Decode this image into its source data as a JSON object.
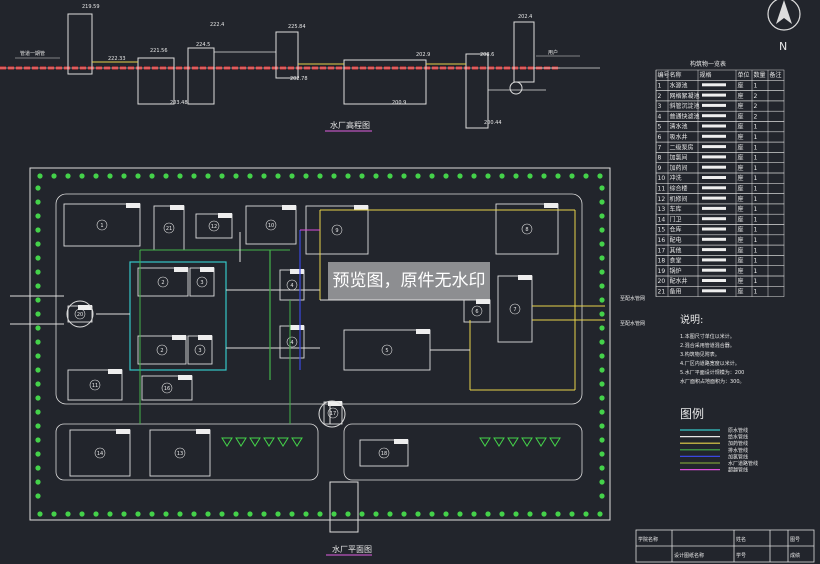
{
  "elevation": {
    "title": "水厂高程图",
    "inflow_label": "管道一期管",
    "outflow_label": "用户",
    "levels": [
      "219.59",
      "221.56",
      "203.48",
      "224.5",
      "225.84",
      "202.78",
      "222.4",
      "202.9",
      "208.6",
      "200.44",
      "200.9",
      "202.4",
      "222.33"
    ]
  },
  "plan": {
    "title": "水厂平面图",
    "units": [
      "1",
      "21",
      "12",
      "10",
      "9",
      "8",
      "2",
      "3",
      "2",
      "3",
      "4",
      "4",
      "5",
      "6",
      "7",
      "20",
      "11",
      "16",
      "17",
      "14",
      "13",
      "18"
    ],
    "right_labels": [
      "至配水管网",
      "至配水管网"
    ]
  },
  "north": {
    "label": "N"
  },
  "table": {
    "title": "构筑物一览表",
    "headers": [
      "编号",
      "名称",
      "规格",
      "单位",
      "数量",
      "备注"
    ],
    "rows": [
      [
        "1",
        "水源池",
        "",
        "座",
        "1"
      ],
      [
        "2",
        "网格絮凝池",
        "",
        "座",
        "2"
      ],
      [
        "3",
        "斜管沉淀池",
        "",
        "座",
        "2"
      ],
      [
        "4",
        "普通快滤池",
        "",
        "座",
        "2"
      ],
      [
        "5",
        "清水池",
        "",
        "座",
        "1"
      ],
      [
        "6",
        "吸水井",
        "",
        "座",
        "1"
      ],
      [
        "7",
        "二级泵房",
        "",
        "座",
        "1"
      ],
      [
        "8",
        "加氯间",
        "",
        "座",
        "1"
      ],
      [
        "9",
        "加药间",
        "",
        "座",
        "1"
      ],
      [
        "10",
        "冲洗",
        "",
        "座",
        "1"
      ],
      [
        "11",
        "综合楼",
        "",
        "座",
        "1"
      ],
      [
        "12",
        "机修间",
        "",
        "座",
        "1"
      ],
      [
        "13",
        "车库",
        "",
        "座",
        "1"
      ],
      [
        "14",
        "门卫",
        "",
        "座",
        "1"
      ],
      [
        "15",
        "仓库",
        "",
        "座",
        "1"
      ],
      [
        "16",
        "配电",
        "",
        "座",
        "1"
      ],
      [
        "17",
        "其他",
        "",
        "座",
        "1"
      ],
      [
        "18",
        "食堂",
        "",
        "座",
        "1"
      ],
      [
        "19",
        "锅炉",
        "",
        "座",
        "1"
      ],
      [
        "20",
        "配水井",
        "",
        "座",
        "1"
      ],
      [
        "21",
        "备用",
        "",
        "座",
        "1"
      ]
    ]
  },
  "notes": {
    "title": "说明:",
    "items": [
      "1.本图尺寸单位以米计。",
      "2.混合采用管道混合器。",
      "3.构筑物见附表。",
      "4.厂区内道路宽度以米计。",
      "5.水厂平面设计规模为：200",
      "  水厂面积占地面积为：300。"
    ]
  },
  "legend": {
    "title": "图例",
    "items": [
      {
        "label": "原水管线",
        "color": "#35c7c7"
      },
      {
        "label": "给水管线",
        "color": "#e6e6e6"
      },
      {
        "label": "加药管线",
        "color": "#e8d44a"
      },
      {
        "label": "排水管线",
        "color": "#44b24a"
      },
      {
        "label": "加氯管线",
        "color": "#3a48e0"
      },
      {
        "label": "水厂道路管线",
        "color": "#7a9a3a"
      },
      {
        "label": "超越管线",
        "color": "#d84fd8"
      }
    ]
  },
  "titleblock": {
    "cells": [
      "学院名称",
      "姓名",
      "图号",
      "设计图纸名称",
      "学号",
      "成绩"
    ]
  },
  "watermark": {
    "text": "预览图，原件无水印"
  }
}
